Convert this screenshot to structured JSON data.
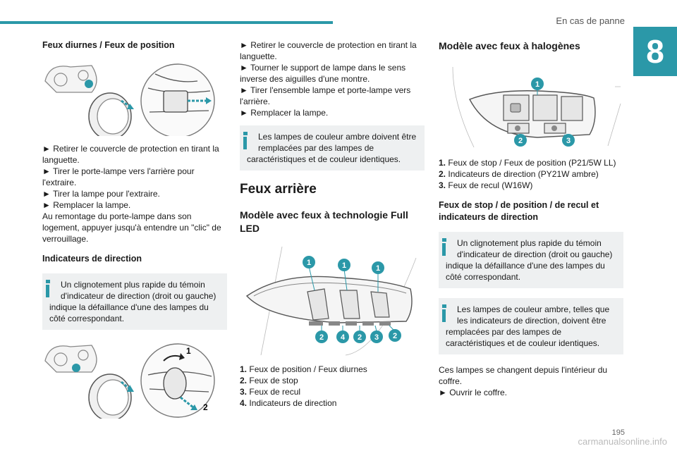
{
  "header": {
    "title": "En cas de panne",
    "chapter": "8",
    "page_number": "195"
  },
  "watermark": "carmanualsonline.info",
  "col1": {
    "heading1": "Feux diurnes / Feux de position",
    "steps1": [
      "► Retirer le couvercle de protection en tirant la languette.",
      "► Tirer le porte-lampe vers l'arrière pour l'extraire.",
      "► Tirer la lampe pour l'extraire.",
      "► Remplacer la lampe.",
      "Au remontage du porte-lampe dans son logement, appuyer jusqu'à entendre un \"clic\" de verrouillage."
    ],
    "heading2": "Indicateurs de direction",
    "info1": {
      "first": "Un clignotement plus rapide du témoin d'indicateur de direction (droit ou gauche)",
      "rest": "indique la défaillance d'une des lampes du côté correspondant."
    },
    "figure_labels": {
      "one": "1",
      "two": "2"
    }
  },
  "col2": {
    "steps": [
      "► Retirer le couvercle de protection en tirant la languette.",
      "► Tourner le support de lampe dans le sens inverse des aiguilles d'une montre.",
      "► Tirer l'ensemble lampe et porte-lampe vers l'arrière.",
      "► Remplacer la lampe."
    ],
    "info": {
      "first": "Les lampes de couleur ambre doivent être remplacées par des lampes de",
      "rest": "caractéristiques et de couleur identiques."
    },
    "section_title": "Feux arrière",
    "sub_title": "Modèle avec feux à technologie Full LED",
    "callouts_top": [
      "1",
      "1",
      "1"
    ],
    "callouts_bottom": [
      "2",
      "4",
      "2",
      "3",
      "2"
    ],
    "legend": [
      {
        "num": "1.",
        "text": "Feux de position / Feux diurnes"
      },
      {
        "num": "2.",
        "text": "Feux de stop"
      },
      {
        "num": "3.",
        "text": "Feux de recul"
      },
      {
        "num": "4.",
        "text": "Indicateurs de direction"
      }
    ]
  },
  "col3": {
    "sub_title": "Modèle avec feux à halogènes",
    "callouts": [
      "1",
      "2",
      "3"
    ],
    "legend": [
      {
        "num": "1.",
        "text": "Feux de stop / Feux de position (P21/5W LL)"
      },
      {
        "num": "2.",
        "text": "Indicateurs de direction (PY21W ambre)"
      },
      {
        "num": "3.",
        "text": "Feux de recul (W16W)"
      }
    ],
    "heading": "Feux de stop / de position / de recul et indicateurs de direction",
    "info1": {
      "first": "Un clignotement plus rapide du témoin d'indicateur de direction (droit ou gauche)",
      "rest": "indique la défaillance d'une des lampes du côté correspondant."
    },
    "info2": {
      "first": "Les lampes de couleur ambre, telles que les indicateurs de direction, doivent être",
      "rest": "remplacées par des lampes de caractéristiques et de couleur identiques."
    },
    "closing": [
      "Ces lampes se changent depuis l'intérieur du coffre.",
      "► Ouvrir le coffre."
    ]
  },
  "colors": {
    "accent": "#2b98a8",
    "info_bg": "#eef0f1"
  }
}
